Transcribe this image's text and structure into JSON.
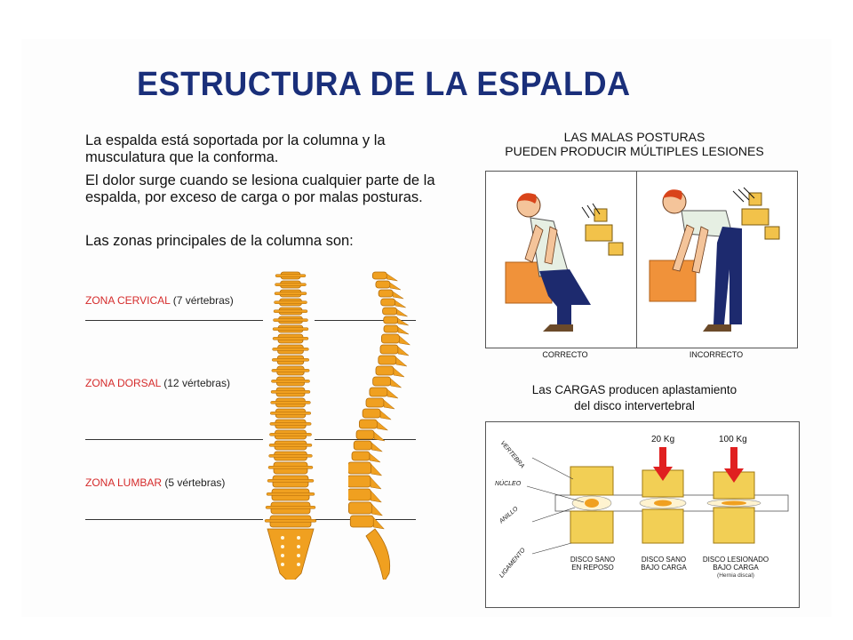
{
  "title": "ESTRUCTURA DE LA ESPALDA",
  "intro": {
    "p1": "La espalda está soportada por la columna y la musculatura que la conforma.",
    "p2": "El dolor surge cuando se lesiona cualquier parte de la espalda, por exceso de carga o por malas posturas.",
    "p3": "Las zonas principales de la columna son:"
  },
  "zones": [
    {
      "name": "ZONA CERVICAL",
      "count": "(7 vértebras)"
    },
    {
      "name": "ZONA DORSAL",
      "count": "(12 vértebras)"
    },
    {
      "name": "ZONA LUMBAR",
      "count": "(5 vértebras)"
    }
  ],
  "postures": {
    "title_line1": "LAS MALAS POSTURAS",
    "title_line2": "PUEDEN PRODUCIR MÚLTIPLES LESIONES",
    "correct": "CORRECTO",
    "incorrect": "INCORRECTO"
  },
  "loads": {
    "title_line1": "Las CARGAS producen aplastamiento",
    "title_line2": "del disco intervertebral",
    "weight1": "20 Kg",
    "weight2": "100 Kg",
    "side_labels": [
      "VERTEBRA",
      "NÚCLEO",
      "ANILLO",
      "LIGAMENTO"
    ],
    "disc1": [
      "DISCO SANO",
      "EN REPOSO"
    ],
    "disc2": [
      "DISCO SANO",
      "BAJO CARGA"
    ],
    "disc3": [
      "DISCO LESIONADO",
      "BAJO CARGA"
    ],
    "disc3_note": "(Hernia discal)"
  },
  "colors": {
    "title": "#1a2f7a",
    "zone_name": "#d52b2b",
    "bone": "#f0a020",
    "arrow": "#e02020",
    "disc": "#f2cf55"
  }
}
